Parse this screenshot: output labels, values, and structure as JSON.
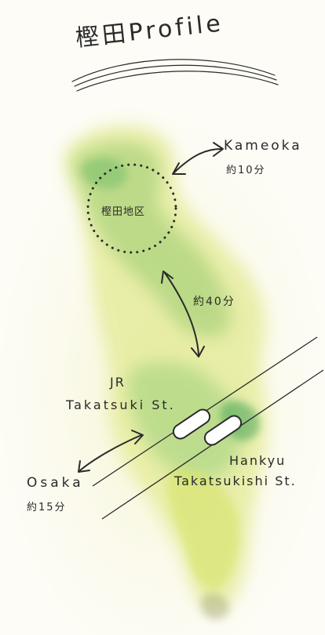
{
  "title": "樫田Profile",
  "district": {
    "label": "樫田地区"
  },
  "destinations": {
    "kameoka": {
      "name": "Kameoka",
      "time": "約10分"
    },
    "middle": {
      "time": "約40分"
    },
    "osaka": {
      "name": "Osaka",
      "time": "約15分"
    }
  },
  "stations": {
    "jr": {
      "line1": "JR",
      "line2": "Takatsuki St."
    },
    "hankyu": {
      "line1": "Hankyu",
      "line2": "Takatsukishi St."
    }
  },
  "colors": {
    "ink": "#2a2a2a",
    "watercolor_light": "#e8ee9a",
    "watercolor_green": "#8cc36a",
    "watercolor_dark": "#3f9a54"
  }
}
